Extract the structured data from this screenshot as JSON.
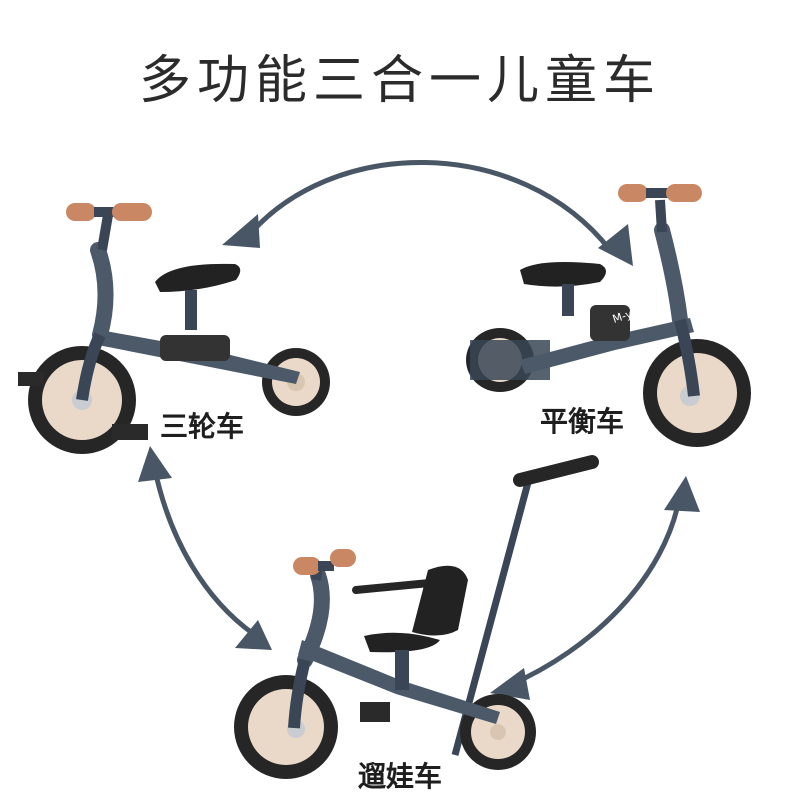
{
  "title": "多功能三合一儿童车",
  "modes": {
    "trike": "三轮车",
    "balance": "平衡车",
    "stroller": "遛娃车"
  },
  "brand_text": "M-yoyo",
  "colors": {
    "frame": "#4b5969",
    "frame_dark": "#3a4656",
    "grip": "#c98863",
    "tire": "#262626",
    "rim": "#ead9c8",
    "hub": "#c9ccd0",
    "arrow": "#495665",
    "seat": "#222222"
  }
}
